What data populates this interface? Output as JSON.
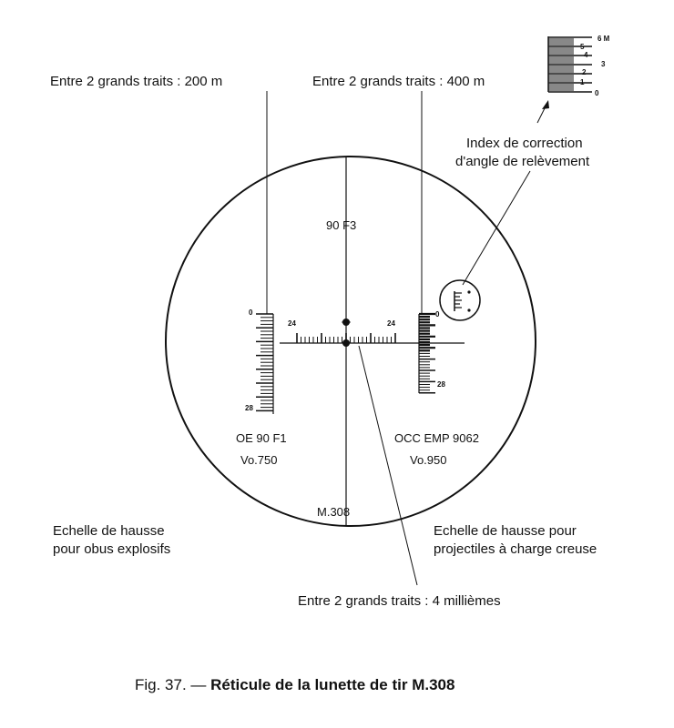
{
  "labels": {
    "top_left": "Entre 2 grands traits : 200 m",
    "top_right": "Entre 2 grands traits : 400 m",
    "index_correction_1": "Index de correction",
    "index_correction_2": "d'angle de relèvement",
    "bottom_left_1": "Echelle de hausse",
    "bottom_left_2": "pour obus explosifs",
    "bottom_right_1": "Echelle de hausse pour",
    "bottom_right_2": "projectiles à charge creuse",
    "bottom_center": "Entre 2 grands traits : 4 millièmes"
  },
  "reticle": {
    "top_text": "90 F3",
    "bottom_text": "M.308",
    "left_ammo_1": "OE 90 F1",
    "left_ammo_2": "Vo.750",
    "right_ammo_1": "OCC EMP 9062",
    "right_ammo_2": "Vo.950",
    "horizontal_scale_left": "24",
    "horizontal_scale_right": "24",
    "left_scale_top": "0",
    "left_scale_bottom": "28",
    "right_scale_top": "0",
    "right_scale_bottom": "28"
  },
  "inset_scale": {
    "unit": "6 M",
    "ticks": [
      "5",
      "4",
      "3",
      "2",
      "1",
      "0"
    ]
  },
  "caption": {
    "prefix": "Fig. 37. — ",
    "title": "Réticule de la lunette de tir M.308"
  }
}
